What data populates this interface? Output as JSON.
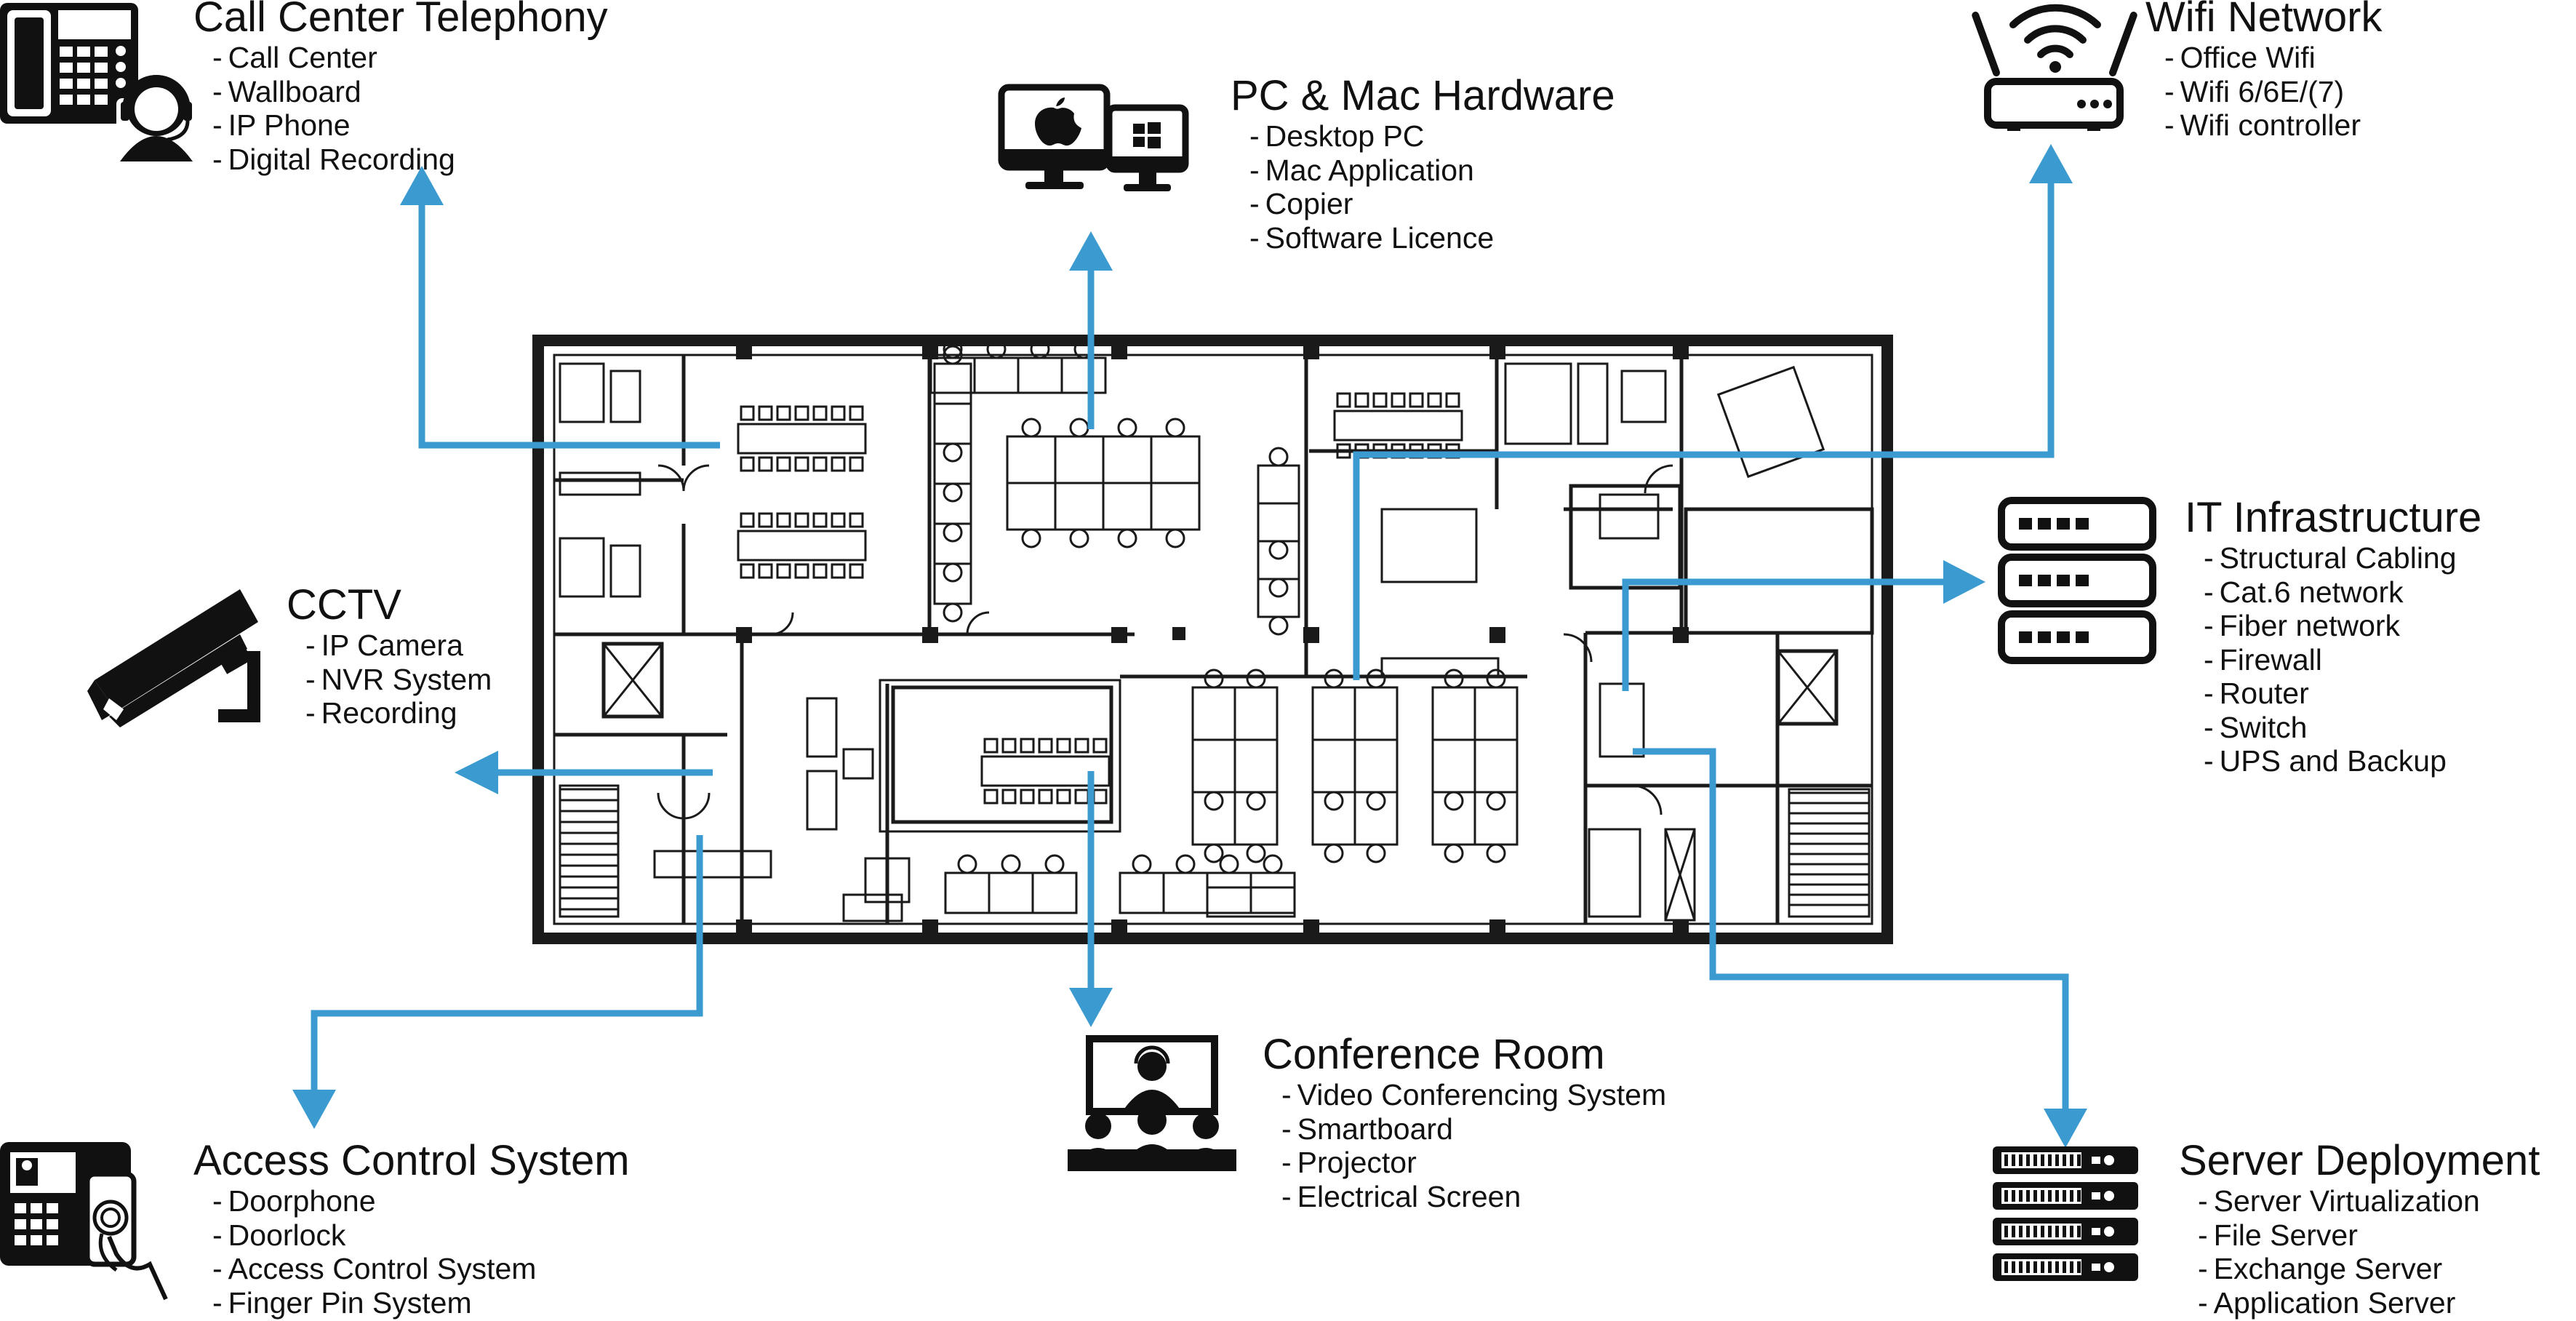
{
  "accent_color": "#3b9bd1",
  "plan_color": "#1a1a1a",
  "sections": {
    "call_center": {
      "title": "Call Center Telephony",
      "items": [
        "Call Center",
        "Wallboard",
        "IP Phone",
        "Digital Recording"
      ],
      "icon": "desk-phone-with-headset-agent-icon"
    },
    "pc_mac": {
      "title": "PC & Mac Hardware",
      "items": [
        "Desktop PC",
        "Mac Application",
        "Copier",
        "Software Licence"
      ],
      "icon": "mac-and-windows-monitors-icon"
    },
    "wifi": {
      "title": "Wifi Network",
      "items": [
        "Office Wifi",
        "Wifi 6/6E/(7)",
        "Wifi controller"
      ],
      "icon": "wifi-router-icon"
    },
    "it_infra": {
      "title": "IT Infrastructure",
      "items": [
        "Structural Cabling",
        "Cat.6 network",
        "Fiber network",
        "Firewall",
        "Router",
        "Switch",
        "UPS and Backup"
      ],
      "icon": "network-rack-icon"
    },
    "cctv": {
      "title": "CCTV",
      "items": [
        "IP Camera",
        "NVR System",
        "Recording"
      ],
      "icon": "cctv-camera-icon"
    },
    "conference": {
      "title": "Conference Room",
      "items": [
        "Video Conferencing System",
        "Smartboard",
        "Projector",
        "Electrical Screen"
      ],
      "icon": "video-conference-icon"
    },
    "access": {
      "title": "Access Control System",
      "items": [
        "Doorphone",
        "Doorlock",
        "Access Control System",
        "Finger Pin System"
      ],
      "icon": "access-control-keypad-icon"
    },
    "server": {
      "title": "Server Deployment",
      "items": [
        "Server Virtualization",
        "File Server",
        "Exchange Server",
        "Application Server"
      ],
      "icon": "server-stack-icon"
    }
  }
}
